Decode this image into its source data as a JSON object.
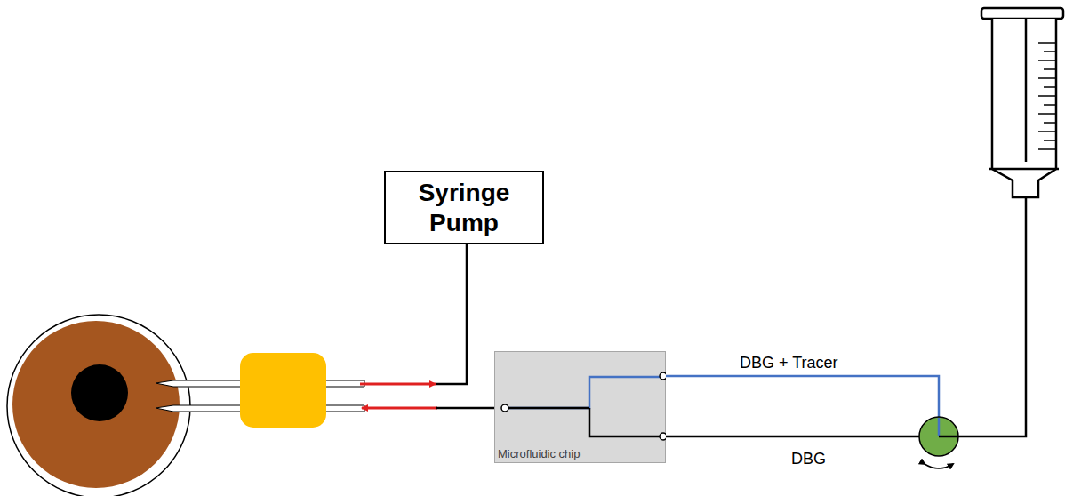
{
  "diagram": {
    "nodes": [
      {
        "text": [
          "Syringe Pump"
        ]
      },
      {
        "text": [
          "Microfluidic chip"
        ]
      }
    ],
    "labels": [
      "DBG + Tracer",
      "DBG"
    ]
  }
}
